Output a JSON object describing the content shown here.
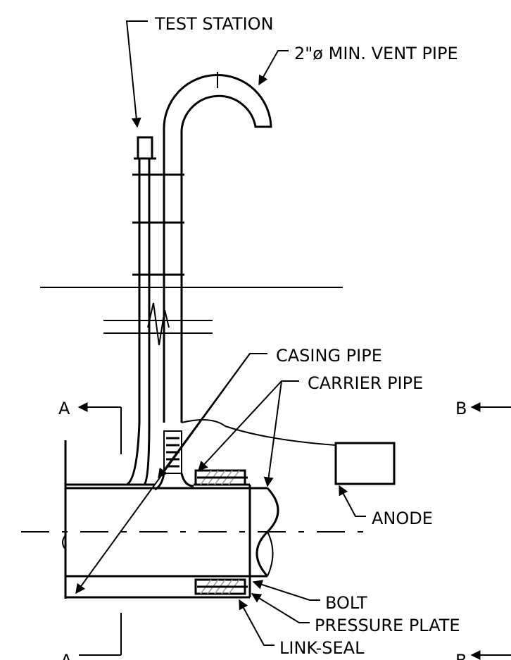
{
  "labels": {
    "test_station": "TEST STATION",
    "vent_pipe": "2\"ø MIN. VENT PIPE",
    "casing_pipe": "CASING PIPE",
    "carrier_pipe": "CARRIER PIPE",
    "anode": "ANODE",
    "bolt": "BOLT",
    "pressure_plate": "PRESSURE PLATE",
    "link_seal": "LINK-SEAL",
    "section_a_top": "A",
    "section_a_bottom": "A",
    "section_b_top": "B",
    "section_b_bottom": "B"
  }
}
